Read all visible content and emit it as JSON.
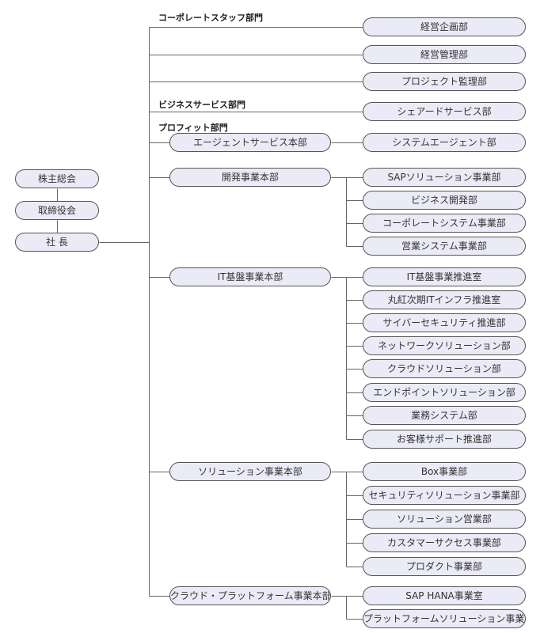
{
  "colors": {
    "box_fill": "#ebebf7",
    "box_border": "#555555",
    "line": "#666666",
    "text": "#333333"
  },
  "root": [
    {
      "label": "株主総会"
    },
    {
      "label": "取締役会"
    },
    {
      "label": "社 長"
    }
  ],
  "sections": {
    "corporate_staff": "コーポレートスタッフ部門",
    "business_service": "ビジネスサービス部門",
    "profit": "プロフィット部門"
  },
  "corporate_departments": [
    "経営企画部",
    "経営管理部",
    "プロジェクト監理部"
  ],
  "business_service_departments": [
    "シェアードサービス部"
  ],
  "headquarters": [
    {
      "label": "エージェントサービス本部",
      "departments": [
        "システムエージェント部"
      ]
    },
    {
      "label": "開発事業本部",
      "departments": [
        "SAPソリューション事業部",
        "ビジネス開発部",
        "コーポレートシステム事業部",
        "営業システム事業部"
      ]
    },
    {
      "label": "IT基盤事業本部",
      "departments": [
        "IT基盤事業推進室",
        "丸紅次期ITインフラ推進室",
        "サイバーセキュリティ推進部",
        "ネットワークソリューション部",
        "クラウドソリューション部",
        "エンドポイントソリューション部",
        "業務システム部",
        "お客様サポート推進部"
      ]
    },
    {
      "label": "ソリューション事業本部",
      "departments": [
        "Box事業部",
        "セキュリティソリューション事業部",
        "ソリューション営業部",
        "カスタマーサクセス事業部",
        "プロダクト事業部"
      ]
    },
    {
      "label": "クラウド・プラットフォーム事業本部",
      "departments": [
        "SAP HANA事業室",
        "プラットフォームソリューション事業室"
      ]
    }
  ]
}
